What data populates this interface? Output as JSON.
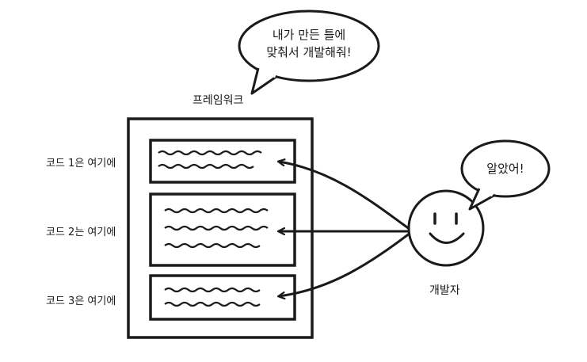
{
  "framework": {
    "title": "프레임워크",
    "slots": [
      {
        "label": "코드 1은 여기에"
      },
      {
        "label": "코드 2는 여기에"
      },
      {
        "label": "코드 3은 여기에"
      }
    ]
  },
  "framework_speech": {
    "line1": "내가 만든 틀에",
    "line2": "맞춰서 개발해줘!"
  },
  "developer": {
    "label": "개발자",
    "speech": "알았어!"
  },
  "colors": {
    "ink": "#1a1a1a",
    "background": "#ffffff"
  }
}
